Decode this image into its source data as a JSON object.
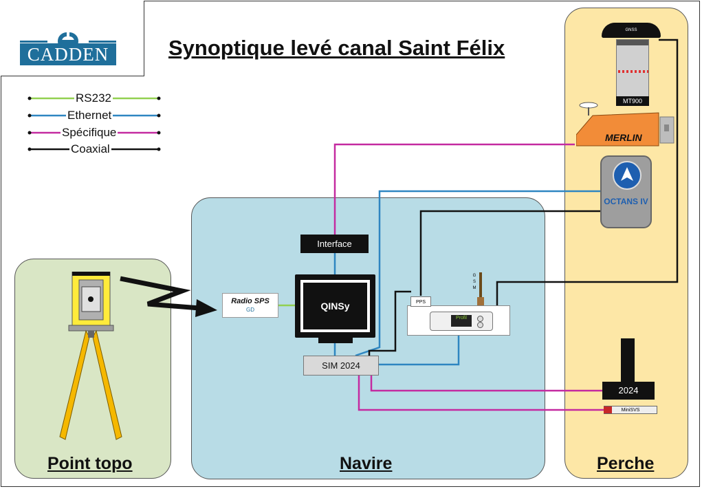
{
  "logo": {
    "brand_text": "CADDEN",
    "mark_text": "GD"
  },
  "title": "Synoptique levé canal Saint Félix",
  "legend": [
    {
      "label": "RS232",
      "color": "#92d050"
    },
    {
      "label": "Ethernet",
      "color": "#2e86c1"
    },
    {
      "label": "Spécifique",
      "color": "#c42aa0"
    },
    {
      "label": "Coaxial",
      "color": "#111111"
    }
  ],
  "zones": {
    "topo": "Point topo",
    "navire": "Navire",
    "perche": "Perche"
  },
  "devices": {
    "interface": "Interface",
    "qinsy": "QINSy",
    "radio": "Radio SPS",
    "sim": "SIM 2024",
    "pps": "PPS",
    "gsm": "GSM",
    "profil": "Profil",
    "gnss": "GNSS",
    "mt900": "MT900",
    "merlin": "MERLIN",
    "octans": "OCTANS IV",
    "sensor_2024": "2024",
    "minisvs": "MiniSVS"
  }
}
